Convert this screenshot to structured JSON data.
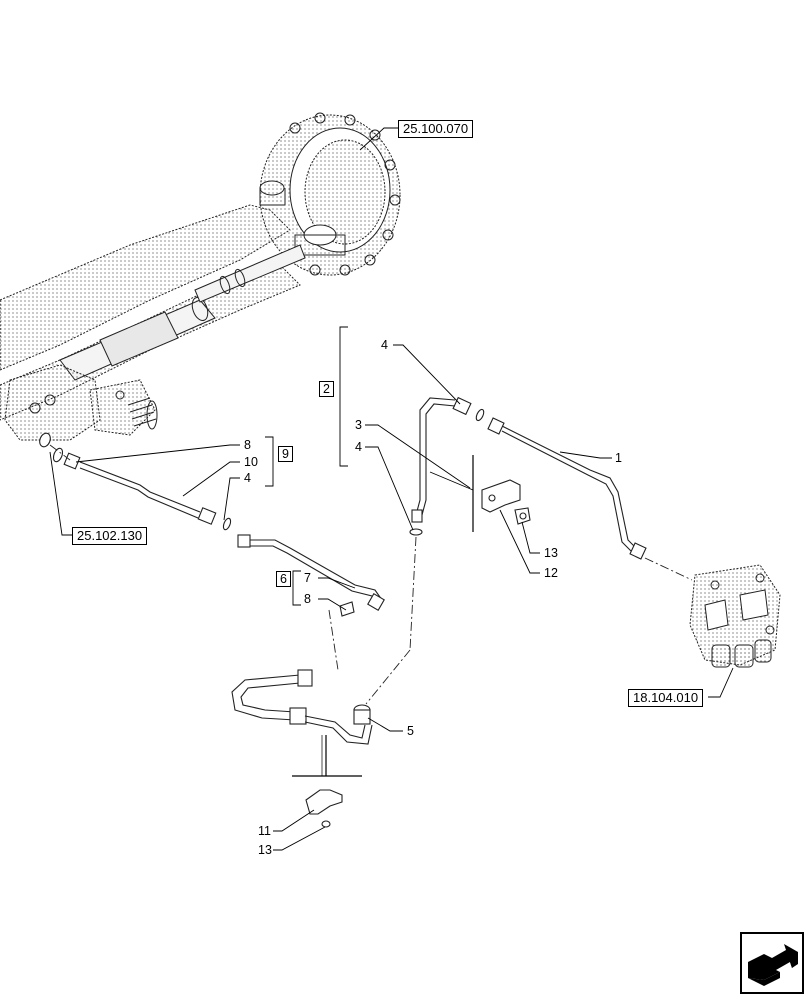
{
  "references": {
    "top_right": "25.100.070",
    "left": "25.102.130",
    "valve": "18.104.010"
  },
  "group_boxes": {
    "g2": "2",
    "g9": "9",
    "g6": "6"
  },
  "callouts": {
    "c1": "1",
    "c3": "3",
    "c4_top": "4",
    "c4_mid": "4",
    "c4_left": "4",
    "c5": "5",
    "c7": "7",
    "c8_top": "8",
    "c8_mid": "8",
    "c10": "10",
    "c11": "11",
    "c12": "12",
    "c13_right": "13",
    "c13_bottom": "13"
  },
  "icons": {
    "nav": "next-page-arrow-icon"
  }
}
